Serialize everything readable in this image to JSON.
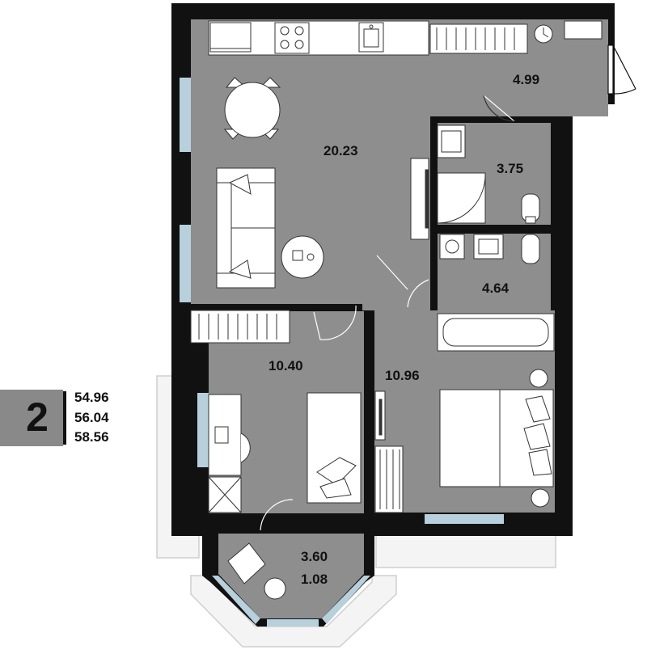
{
  "plan": {
    "rooms": [
      {
        "id": "living-kitchen",
        "area": "20.23"
      },
      {
        "id": "hallway",
        "area": "4.99"
      },
      {
        "id": "bathroom-1",
        "area": "3.75"
      },
      {
        "id": "bathroom-2",
        "area": "4.64"
      },
      {
        "id": "bedroom-1",
        "area": "10.40"
      },
      {
        "id": "bedroom-2",
        "area": "10.96"
      },
      {
        "id": "loggia",
        "area": "3.60",
        "reduced_area": "1.08"
      }
    ],
    "colors": {
      "floor": "#8e8e8e",
      "wall": "#111111",
      "window": "#b7d0dc",
      "furniture": "#ffffff"
    }
  },
  "summary": {
    "room_count": "2",
    "areas": [
      "54.96",
      "56.04",
      "58.56"
    ]
  }
}
